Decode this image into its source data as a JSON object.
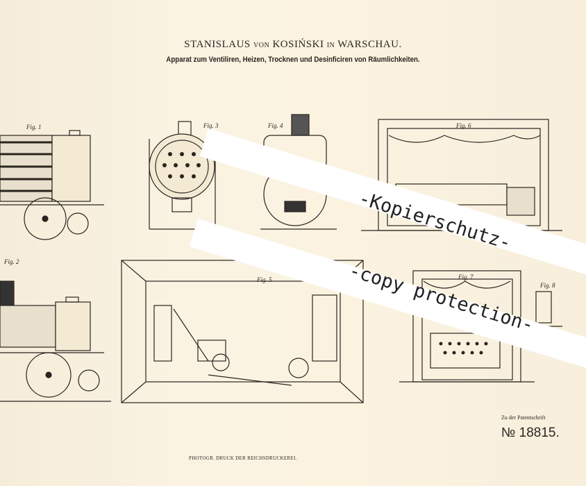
{
  "header": {
    "inventor_first": "STANISLAUS",
    "von": "VON",
    "inventor_last": "KOSIŃSKI",
    "in": "IN",
    "city": "WARSCHAU.",
    "subtitle": "Apparat zum Ventiliren, Heizen, Trocknen und Desinficiren von Räumlichkeiten."
  },
  "figures": [
    "Fig. 1",
    "Fig. 2",
    "Fig. 3",
    "Fig. 4",
    "Fig. 5",
    "Fig. 6",
    "Fig. 7",
    "Fig. 8"
  ],
  "footer": {
    "patent_ref": "Zu der Patentschrift",
    "patent_number": "№ 18815.",
    "printer": "PHOTOGR. DRUCK DER REICHSDRUCKEREI."
  },
  "watermark": {
    "line1": "-Kopierschutz-",
    "line2": "-copy protection-"
  }
}
